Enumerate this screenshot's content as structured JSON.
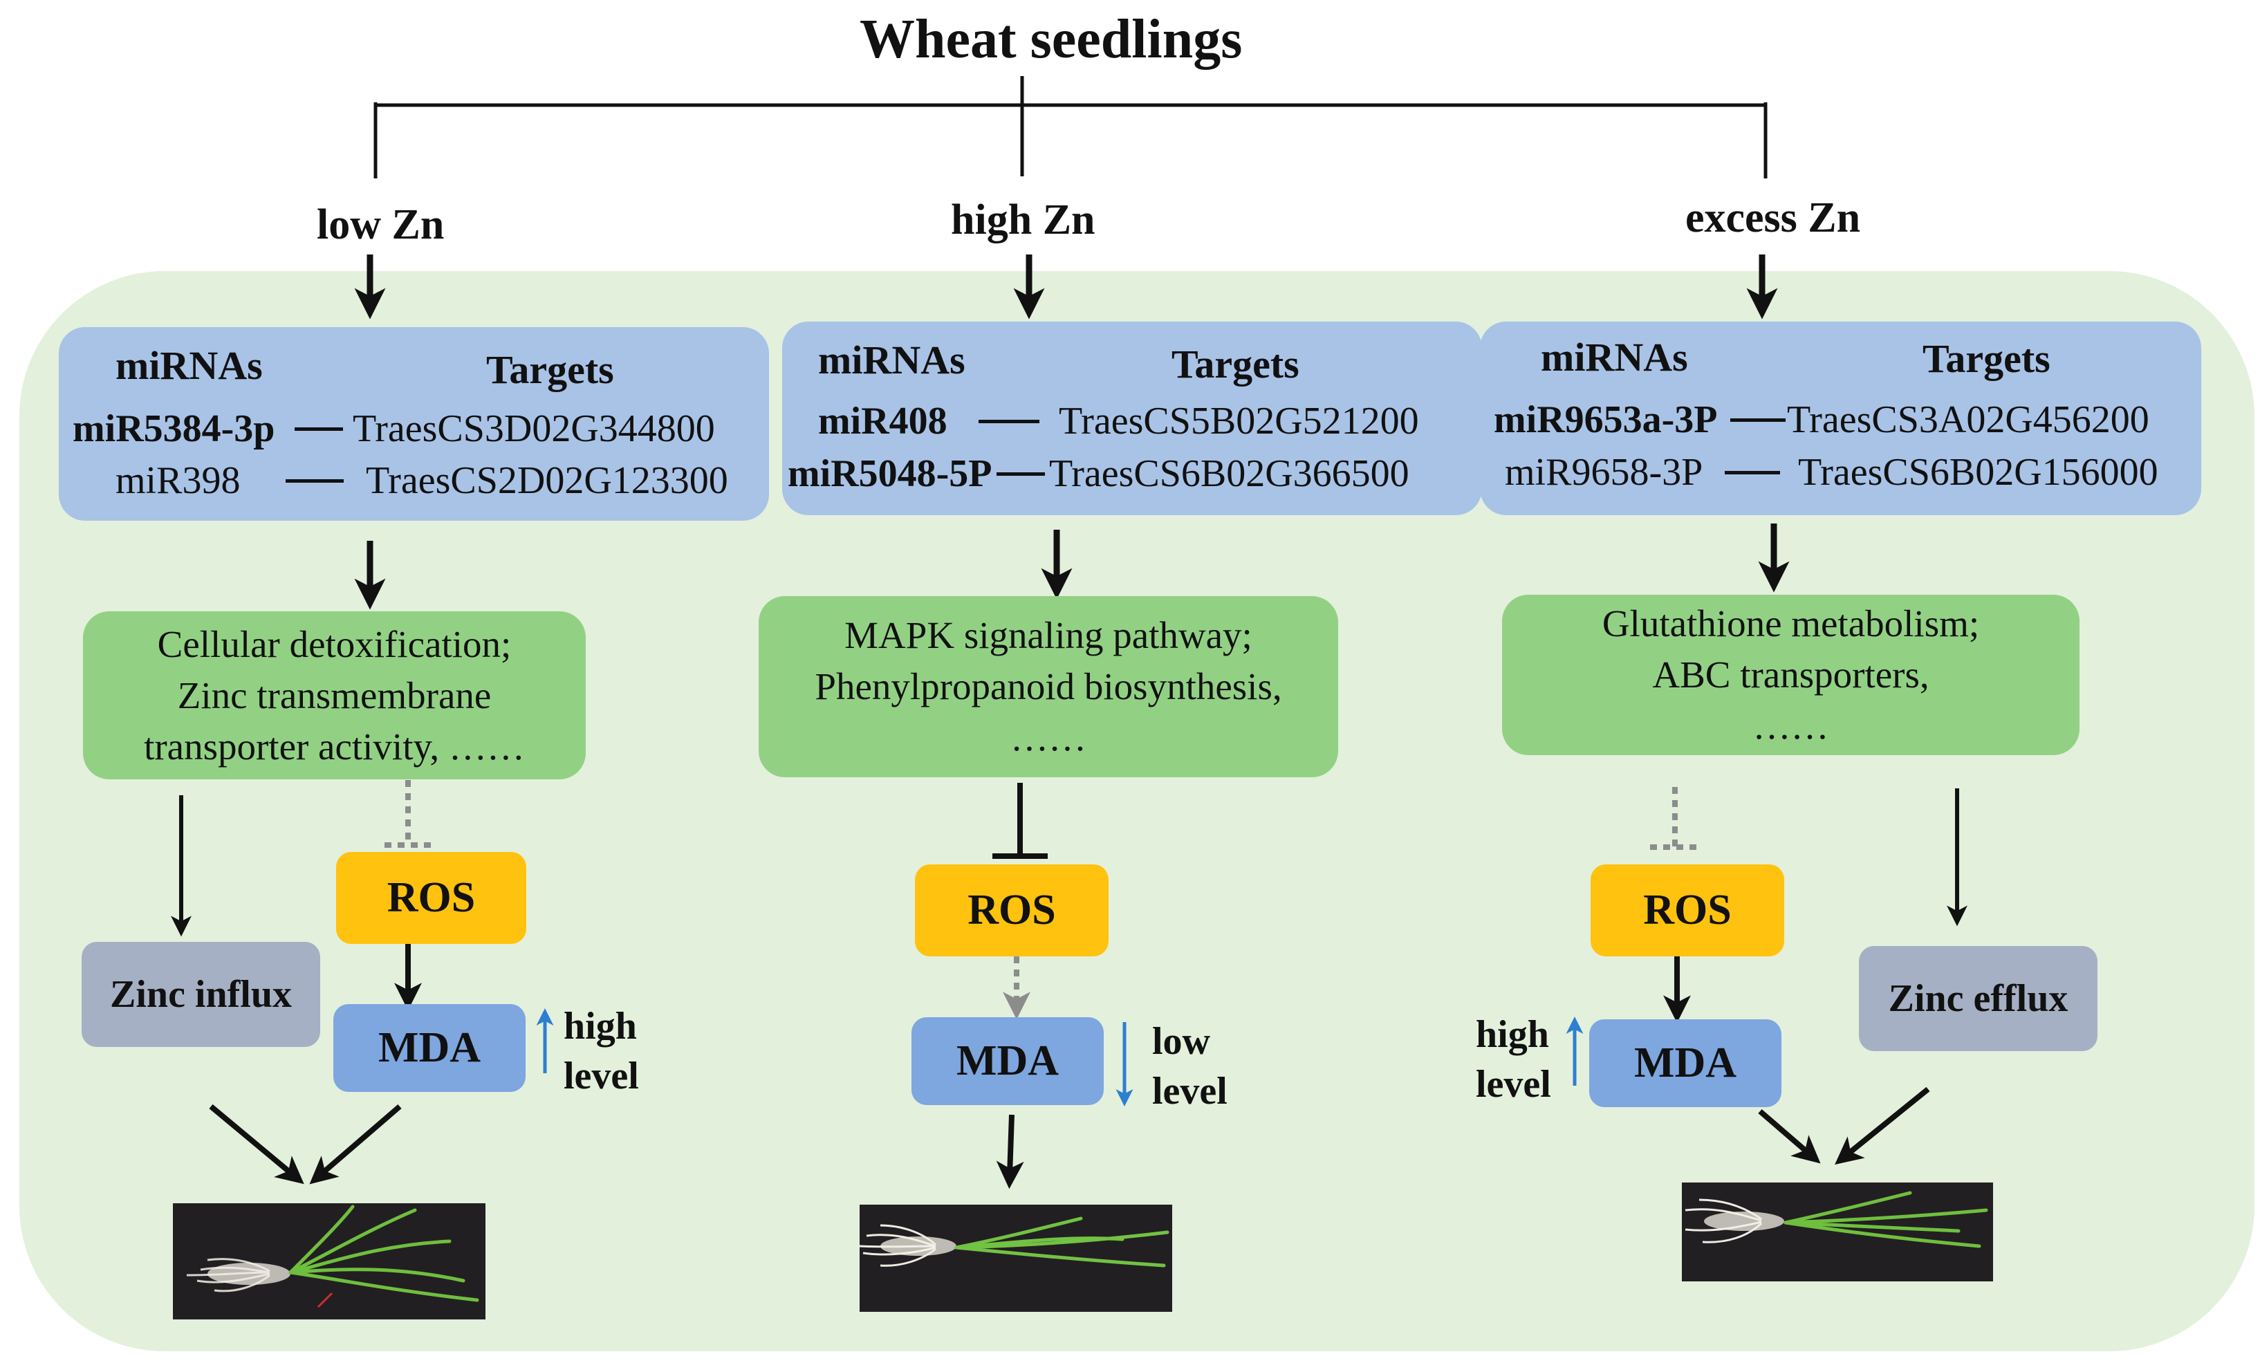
{
  "title": "Wheat seedlings",
  "columns": [
    {
      "condition": "low Zn",
      "mirnas_header": "miRNAs",
      "targets_header": "Targets",
      "pairs": [
        {
          "mirna": "miR5384-3p",
          "target": "TraesCS3D02G344800"
        },
        {
          "mirna": "miR398",
          "target": "TraesCS2D02G123300"
        }
      ],
      "pathway_lines": [
        "Cellular detoxification;",
        "Zinc transmembrane",
        "transporter activity, ……"
      ],
      "ros": "ROS",
      "mda": "MDA",
      "level_word": "high",
      "level_suffix": "level",
      "zinc_box": "Zinc influx"
    },
    {
      "condition": "high Zn",
      "mirnas_header": "miRNAs",
      "targets_header": "Targets",
      "pairs": [
        {
          "mirna": "miR408",
          "target": "TraesCS5B02G521200"
        },
        {
          "mirna": "miR5048-5P",
          "target": "TraesCS6B02G366500"
        }
      ],
      "pathway_lines": [
        "MAPK signaling pathway;",
        "Phenylpropanoid biosynthesis,",
        "……"
      ],
      "ros": "ROS",
      "mda": "MDA",
      "level_word": "low",
      "level_suffix": "level"
    },
    {
      "condition": "excess Zn",
      "mirnas_header": "miRNAs",
      "targets_header": "Targets",
      "pairs": [
        {
          "mirna": "miR9653a-3P",
          "target": "TraesCS3A02G456200"
        },
        {
          "mirna": "miR9658-3P",
          "target": "TraesCS6B02G156000"
        }
      ],
      "pathway_lines": [
        "Glutathione metabolism;",
        "ABC transporters,",
        "……"
      ],
      "ros": "ROS",
      "mda": "MDA",
      "level_word": "high",
      "level_suffix": "level",
      "zinc_box": "Zinc efflux"
    }
  ],
  "colors": {
    "background_panel": "#e3f0dc",
    "mirna_box": "#a8c3e6",
    "pathway_box": "#92d184",
    "ros_box": "#ffc20e",
    "mda_box": "#7ea6df",
    "zinc_box": "#a6b0c4",
    "level_arrow": "#2f7fd0",
    "dotted_connector": "#8c8c8c"
  }
}
